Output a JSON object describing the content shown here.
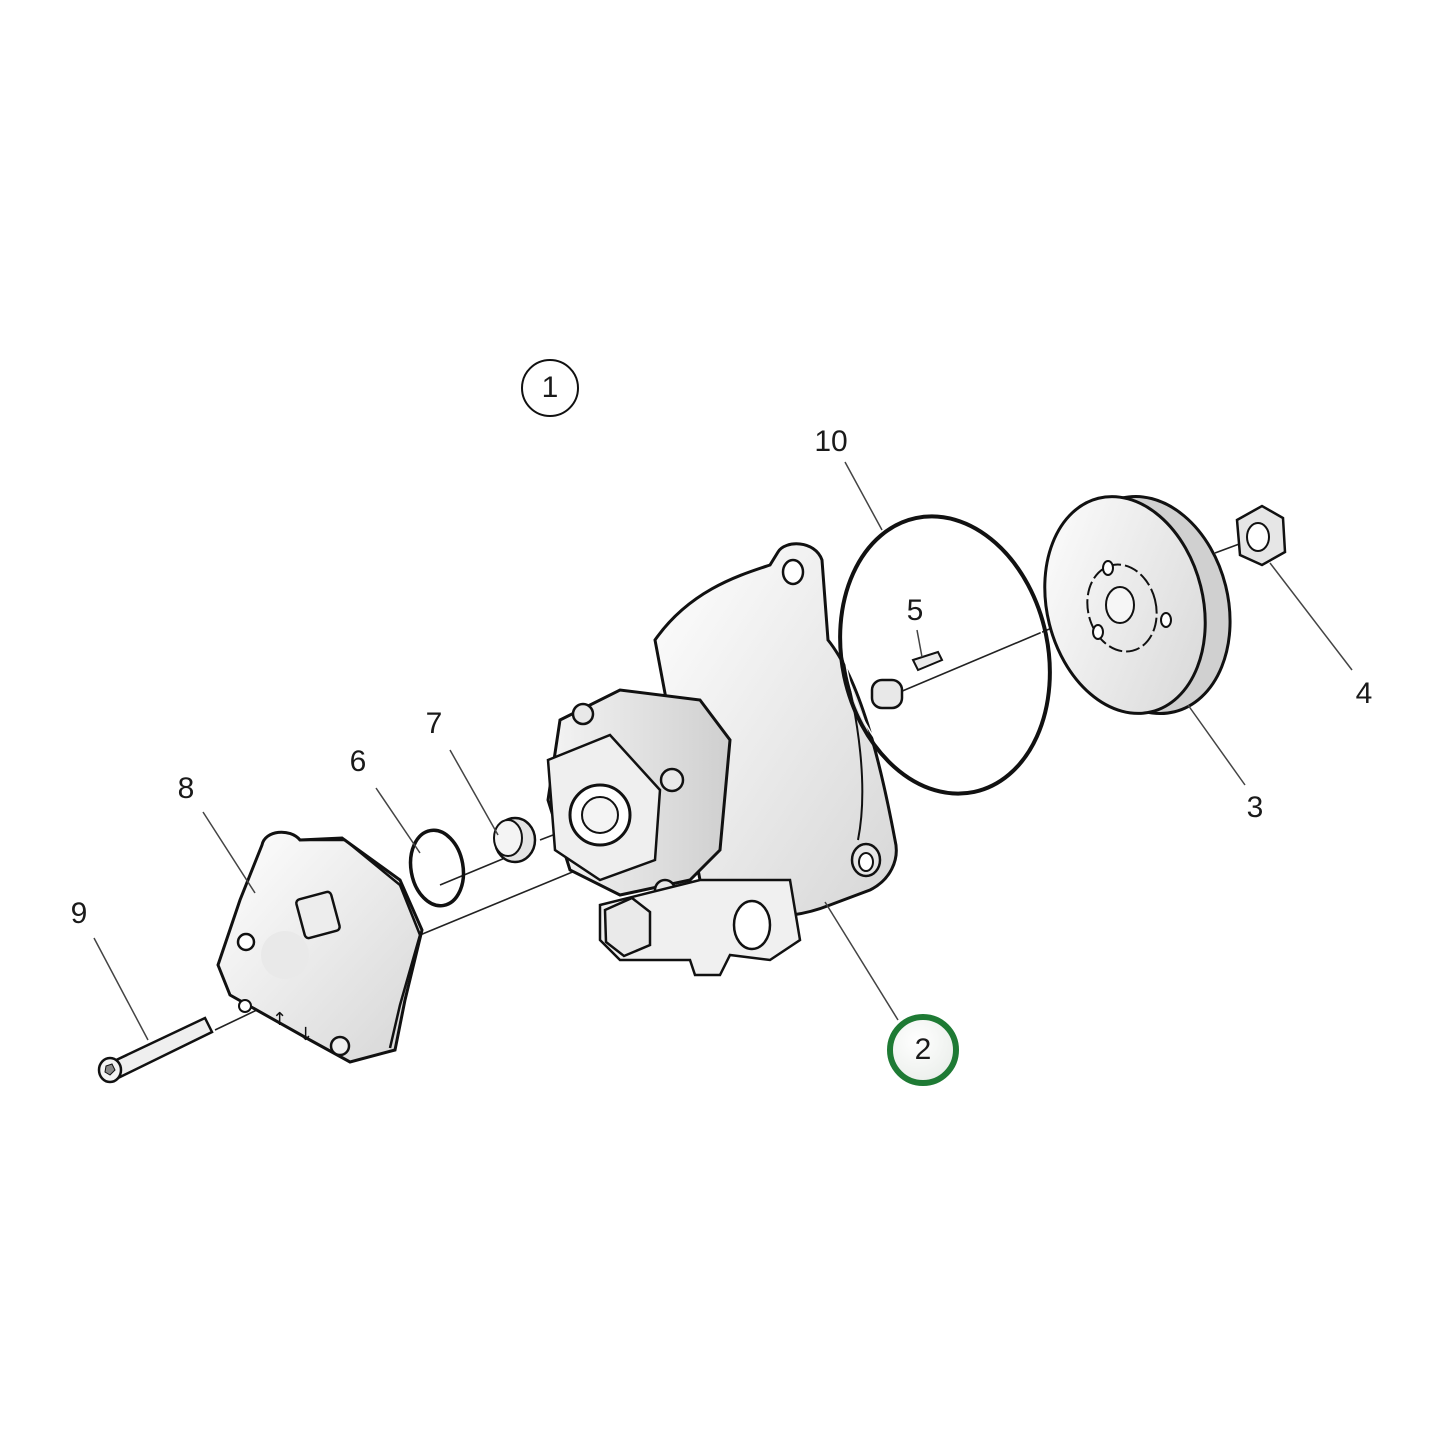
{
  "diagram": {
    "type": "exploded-parts-view",
    "assembly_callout": {
      "number": "1"
    },
    "highlighted_callout": {
      "number": "2",
      "ring_color": "#1e7a34"
    },
    "callouts": [
      {
        "number": "3",
        "part": "drive-flange"
      },
      {
        "number": "4",
        "part": "castle-nut"
      },
      {
        "number": "5",
        "part": "woodruff-key"
      },
      {
        "number": "6",
        "part": "o-ring-small"
      },
      {
        "number": "7",
        "part": "coupling"
      },
      {
        "number": "8",
        "part": "pump-cover"
      },
      {
        "number": "9",
        "part": "bolt"
      },
      {
        "number": "10",
        "part": "o-ring-large"
      }
    ],
    "colors": {
      "line": "#111111",
      "leader": "#444444",
      "part_fill": "#f2f2f2",
      "part_shade": "#d9d9d9",
      "background": "#ffffff"
    }
  }
}
